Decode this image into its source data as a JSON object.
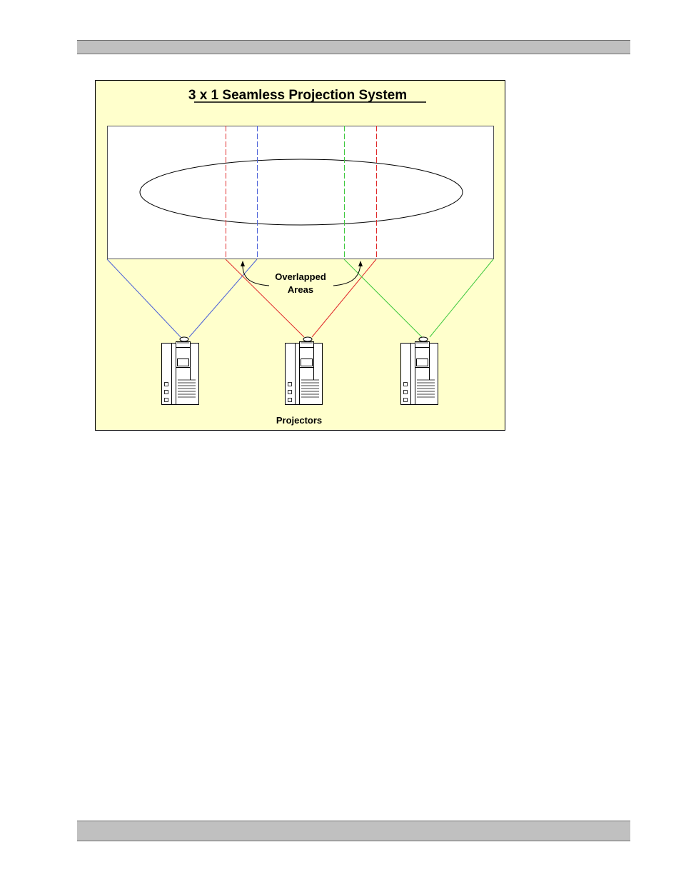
{
  "header_bar": {
    "color": "#c0c0c0"
  },
  "footer_bar": {
    "color": "#c0c0c0"
  },
  "diagram": {
    "title": "3 x 1 Seamless Projection System",
    "overlap_label_line1": "Overlapped",
    "overlap_label_line2": "Areas",
    "projectors_label": "Projectors",
    "background_color": "#ffffcc",
    "projectors": [
      {
        "name": "left-projector",
        "beam_color": "#4a5fd8"
      },
      {
        "name": "center-projector",
        "beam_color": "#e02a2a"
      },
      {
        "name": "right-projector",
        "beam_color": "#3ec83e"
      }
    ]
  }
}
